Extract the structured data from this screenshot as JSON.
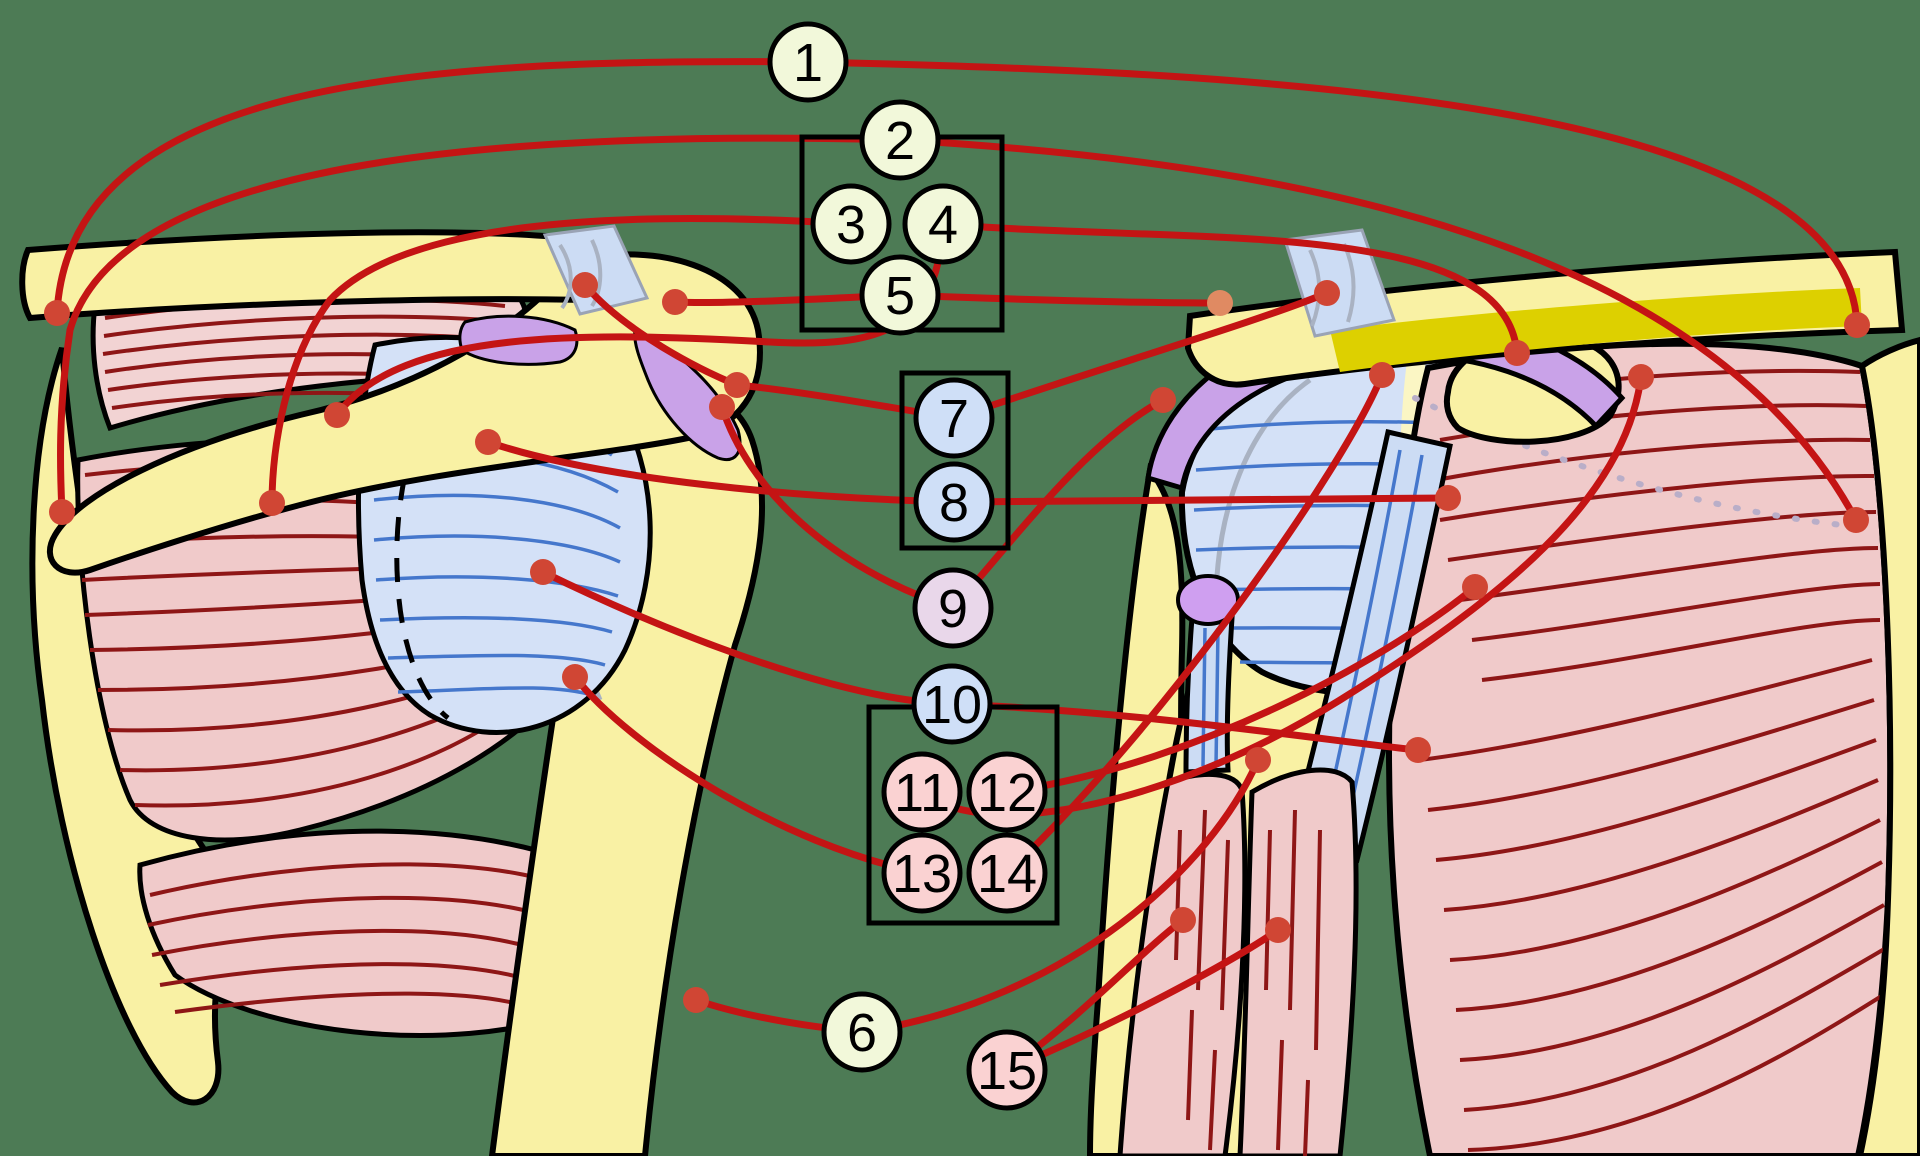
{
  "diagram_type": "shoulder-anatomy-numbered-diagram",
  "labels": [
    {
      "number": "1",
      "group": "bone"
    },
    {
      "number": "2",
      "group": "bone"
    },
    {
      "number": "3",
      "group": "bone"
    },
    {
      "number": "4",
      "group": "bone"
    },
    {
      "number": "5",
      "group": "bone"
    },
    {
      "number": "6",
      "group": "bone"
    },
    {
      "number": "7",
      "group": "joint-capsule"
    },
    {
      "number": "8",
      "group": "joint-capsule"
    },
    {
      "number": "9",
      "group": "bursa"
    },
    {
      "number": "10",
      "group": "joint-capsule"
    },
    {
      "number": "11",
      "group": "muscle"
    },
    {
      "number": "12",
      "group": "muscle"
    },
    {
      "number": "13",
      "group": "muscle"
    },
    {
      "number": "14",
      "group": "muscle"
    },
    {
      "number": "15",
      "group": "muscle"
    }
  ],
  "palette": {
    "background": "#4d7b55",
    "bone_fill": "#f9f1a4",
    "bone_light": "#fbf6c4",
    "bone_bright": "#ddd000",
    "muscle_fill": "#f0caca",
    "muscle_fill_light": "#f2d3d3",
    "muscle_fiber": "#8e1616",
    "capsule_fill": "#d4e1f7",
    "capsule_strip": "#ccdcf4",
    "capsule_line": "#4577cc",
    "capsule_gray": "#a9b2c2",
    "cartilage_fill": "#c9a2e8",
    "cartilage_light": "#cf9ff0",
    "leader_line": "#c41414",
    "leader_dot": "#d04634",
    "leader_dot_light": "#e08a62",
    "label_bone": "#f2f8da",
    "label_capsule": "#cfdff7",
    "label_bursa": "#e9d7ea",
    "label_muscle": "#fad2d2",
    "outline": "#000000"
  }
}
